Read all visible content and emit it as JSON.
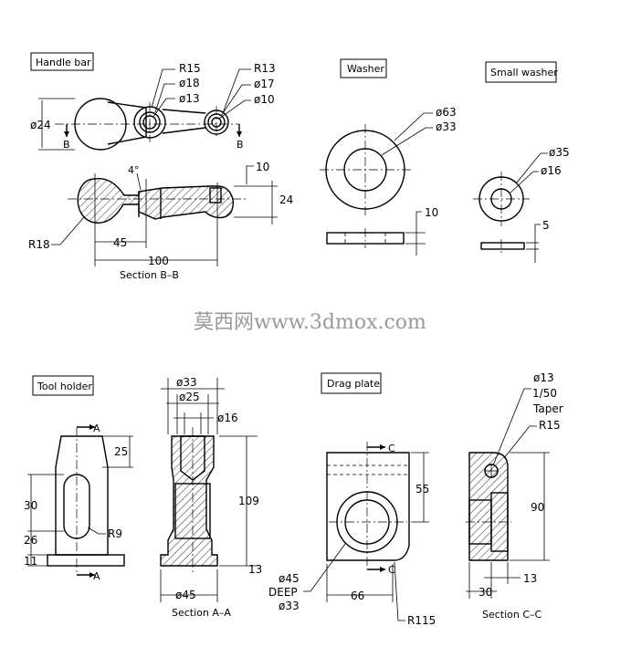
{
  "titles": {
    "handle_bar": "Handle bar",
    "washer": "Washer",
    "small_washer": "Small washer",
    "tool_holder": "Tool holder",
    "drag_plate": "Drag plate"
  },
  "watermark": "莫西网www.3dmox.com",
  "handle_bar": {
    "r15": "R15",
    "d18": "ø18",
    "d13": "ø13",
    "r13": "R13",
    "d17": "ø17",
    "d10": "ø10",
    "d24": "ø24",
    "b_left": "B",
    "b_right": "B",
    "deg4": "4°",
    "dim10": "10",
    "dim24": "24",
    "r18": "R18",
    "dim45": "45",
    "dim100": "100",
    "section": "Section B–B"
  },
  "washer": {
    "d63": "ø63",
    "d33": "ø33",
    "dim10": "10"
  },
  "small_washer": {
    "d35": "ø35",
    "d16": "ø16",
    "dim5": "5"
  },
  "tool_holder": {
    "a_top": "A",
    "a_bottom": "A",
    "dim25": "25",
    "dim30": "30",
    "dim26": "26",
    "dim11": "11",
    "r9": "R9",
    "d33": "ø33",
    "d25": "ø25",
    "d16": "ø16",
    "dim109": "109",
    "d45": "ø45",
    "section": "Section A–A"
  },
  "drag_plate": {
    "c_top": "C",
    "c_bottom": "C",
    "dim55": "55",
    "dim13": "13",
    "d45": "ø45",
    "deep": "DEEP",
    "d33": "ø33",
    "dim66": "66",
    "r115": "R115",
    "d13": "ø13",
    "taper_ratio": "1/50",
    "taper": "Taper",
    "r15": "R15",
    "dim90": "90",
    "dim13b": "13",
    "dim30": "30",
    "section": "Section C–C"
  }
}
